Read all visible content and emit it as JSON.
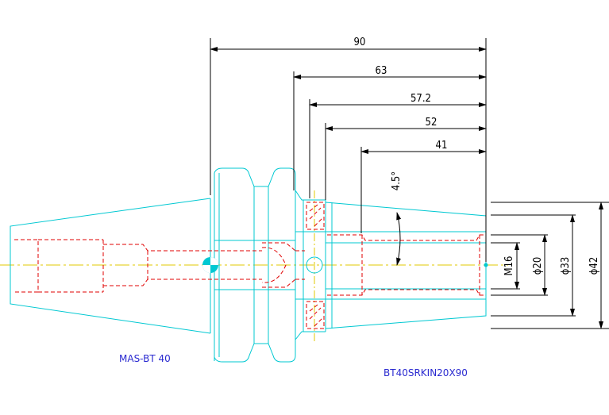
{
  "drawing": {
    "left_caption": "MAS-BT 40",
    "right_caption": "BT40SRKIN20X90",
    "dims_horizontal": [
      "90",
      "63",
      "57.2",
      "52",
      "41"
    ],
    "dims_vertical": [
      "M16",
      "ϕ20",
      "ϕ33",
      "ϕ42"
    ],
    "angle_label": "4.5°"
  },
  "colors": {
    "outline": "#00c8d2",
    "hidden": "#e00000",
    "dimension": "#000000",
    "centerline": "#e0c800",
    "caption": "#2a2ad0",
    "background": "#ffffff"
  }
}
